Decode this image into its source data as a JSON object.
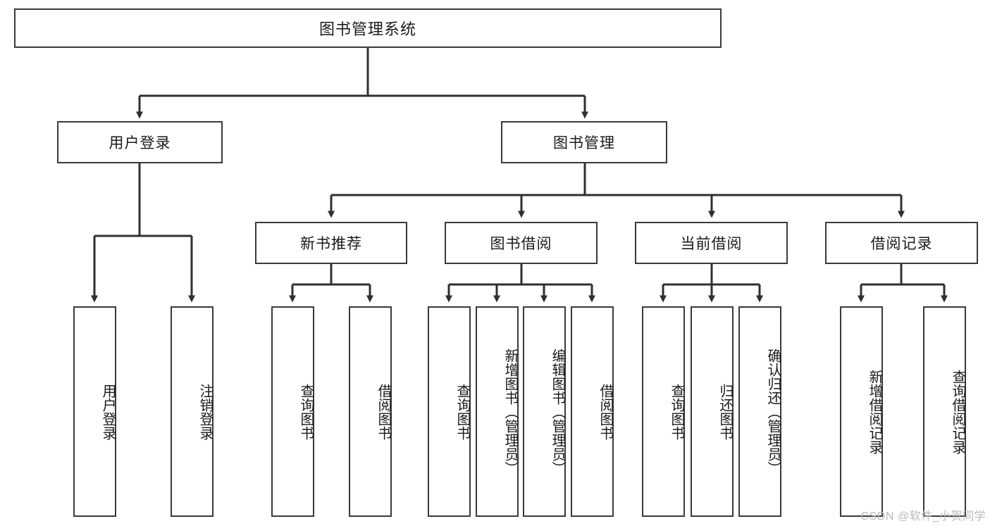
{
  "diagram": {
    "title": "图书管理系统",
    "watermark": "CSDN @软件_小贺同学",
    "type": "tree-hierarchy-flowchart",
    "accent_border": "#3a3a3a",
    "background": "#ffffff",
    "levels": 4,
    "level2": [
      {
        "id": "user-login",
        "label": "用户登录"
      },
      {
        "id": "book-management",
        "label": "图书管理"
      }
    ],
    "level3": [
      {
        "id": "new-book-recommend",
        "label": "新书推荐"
      },
      {
        "id": "book-borrow",
        "label": "图书借阅"
      },
      {
        "id": "current-borrow",
        "label": "当前借阅"
      },
      {
        "id": "borrow-record",
        "label": "借阅记录"
      }
    ],
    "leaves": [
      {
        "id": "leaf-user-login",
        "label": "用户登录",
        "parent": "user-login"
      },
      {
        "id": "leaf-logout-login",
        "label": "注销登录",
        "parent": "user-login"
      },
      {
        "id": "leaf-query-book-1",
        "label": "查询图书",
        "parent": "new-book-recommend"
      },
      {
        "id": "leaf-borrow-book-1",
        "label": "借阅图书",
        "parent": "new-book-recommend"
      },
      {
        "id": "leaf-query-book-2",
        "label": "查询图书",
        "parent": "book-borrow"
      },
      {
        "id": "leaf-add-book",
        "label": "新增图书（管理员）",
        "parent": "book-borrow"
      },
      {
        "id": "leaf-edit-book",
        "label": "编辑图书（管理员）",
        "parent": "book-borrow"
      },
      {
        "id": "leaf-borrow-book-2",
        "label": "借阅图书",
        "parent": "book-borrow"
      },
      {
        "id": "leaf-query-book-3",
        "label": "查询图书",
        "parent": "current-borrow"
      },
      {
        "id": "leaf-return-book",
        "label": "归还图书",
        "parent": "current-borrow"
      },
      {
        "id": "leaf-confirm-return",
        "label": "确认归还（管理员）",
        "parent": "current-borrow"
      },
      {
        "id": "leaf-add-record",
        "label": "新增借阅记录",
        "parent": "borrow-record"
      },
      {
        "id": "leaf-query-record",
        "label": "查询借阅记录",
        "parent": "borrow-record"
      }
    ]
  }
}
